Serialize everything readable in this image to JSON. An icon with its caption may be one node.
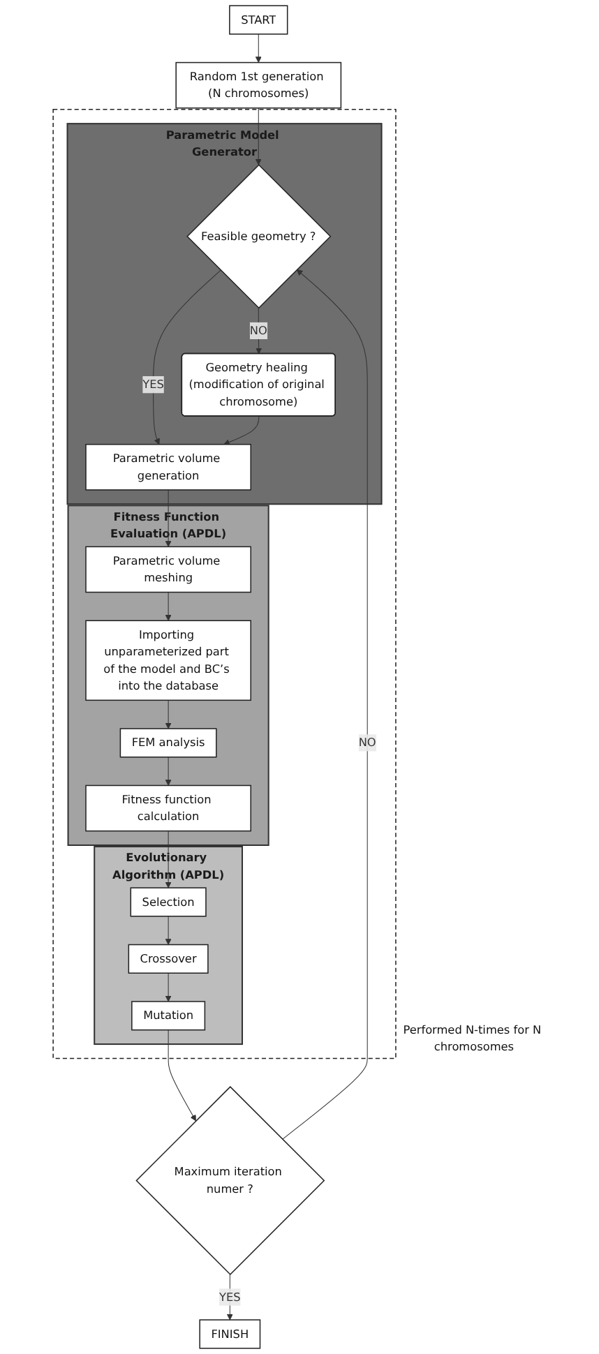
{
  "diagram": {
    "nodes": [
      {
        "text": [
          "START"
        ]
      },
      {
        "text": [
          "Random 1st generation (N chromosomes)"
        ]
      },
      {
        "text": [
          "Performed N-times for N chromosomes"
        ]
      },
      {
        "text": [
          "Parametric Model Generator"
        ],
        "in": 2
      },
      {
        "text": [
          "Feasible geometry ?"
        ],
        "in": 3
      },
      {
        "text": [
          "Geometry healing (modification of original chromosome)"
        ],
        "in": 3
      },
      {
        "text": [
          "Parametric volume generation"
        ],
        "in": 3
      },
      {
        "text": [
          "Fitness Function Evaluation (APDL)"
        ],
        "in": 2
      },
      {
        "text": [
          "Parametric volume meshing"
        ],
        "in": 7
      },
      {
        "text": [
          "Importing unparameterized part of the model and BC’s into the database"
        ],
        "in": 7
      },
      {
        "text": [
          "FEM analysis"
        ],
        "in": 7
      },
      {
        "text": [
          "Fitness function calculation"
        ],
        "in": 7
      },
      {
        "text": [
          "Evolutionary Algorithm (APDL)"
        ],
        "in": 2
      },
      {
        "text": [
          "Selection"
        ],
        "in": 12
      },
      {
        "text": [
          "Crossover"
        ],
        "in": 12
      },
      {
        "text": [
          "Mutation"
        ],
        "in": 12
      },
      {
        "text": [
          "Maximum iteration numer ?"
        ]
      },
      {
        "text": [
          "FINISH"
        ]
      }
    ],
    "edges": [
      {
        "from": 0,
        "to": 1,
        "arrow": "to"
      },
      {
        "from": 1,
        "to": 4,
        "arrow": "to"
      },
      {
        "from": 4,
        "to": 5,
        "arrow": "to",
        "label": "NO"
      },
      {
        "from": 4,
        "to": 6,
        "arrow": "to",
        "label": "YES"
      },
      {
        "from": 5,
        "to": 6,
        "arrow": "to"
      },
      {
        "from": 6,
        "to": 8,
        "arrow": "to"
      },
      {
        "from": 8,
        "to": 9,
        "arrow": "to"
      },
      {
        "from": 9,
        "to": 10,
        "arrow": "to"
      },
      {
        "from": 10,
        "to": 11,
        "arrow": "to"
      },
      {
        "from": 11,
        "to": 13,
        "arrow": "to"
      },
      {
        "from": 13,
        "to": 14,
        "arrow": "to"
      },
      {
        "from": 14,
        "to": 15,
        "arrow": "to"
      },
      {
        "from": 15,
        "to": 16,
        "arrow": "to"
      },
      {
        "from": 16,
        "to": 4,
        "arrow": "to",
        "label": "NO"
      },
      {
        "from": 16,
        "to": 17,
        "arrow": "to",
        "label": "YES"
      }
    ]
  }
}
